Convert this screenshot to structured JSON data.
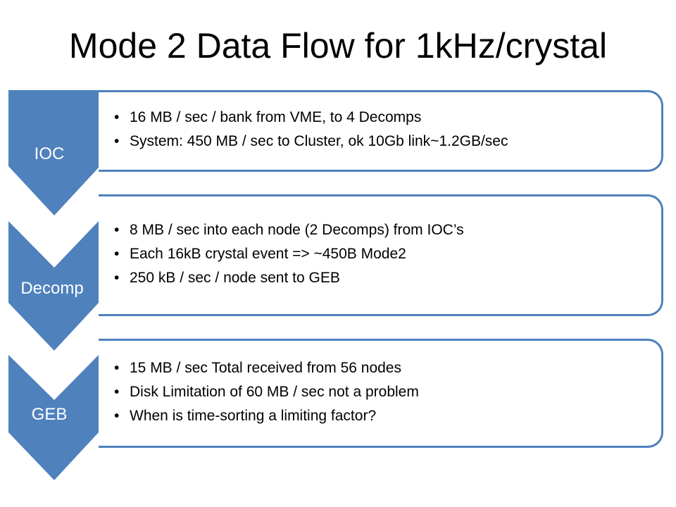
{
  "title": "Mode 2 Data Flow for 1kHz/crystal",
  "colors": {
    "chevron_fill": "#4f81bd",
    "box_border": "#4f81bd",
    "label_text": "#ffffff"
  },
  "stages": [
    {
      "label": "IOC",
      "bullets": [
        "16 MB / sec / bank from VME, to 4 Decomps",
        "System: 450 MB / sec to Cluster, ok 10Gb link~1.2GB/sec"
      ]
    },
    {
      "label": "Decomp",
      "bullets": [
        "8 MB / sec into each node (2 Decomps) from IOC’s",
        "Each 16kB crystal event => ~450B Mode2",
        "250 kB / sec / node sent to GEB"
      ]
    },
    {
      "label": "GEB",
      "bullets": [
        "15 MB / sec Total received from 56 nodes",
        "Disk Limitation of 60 MB / sec not a problem",
        "When is time-sorting a limiting factor?"
      ]
    }
  ]
}
